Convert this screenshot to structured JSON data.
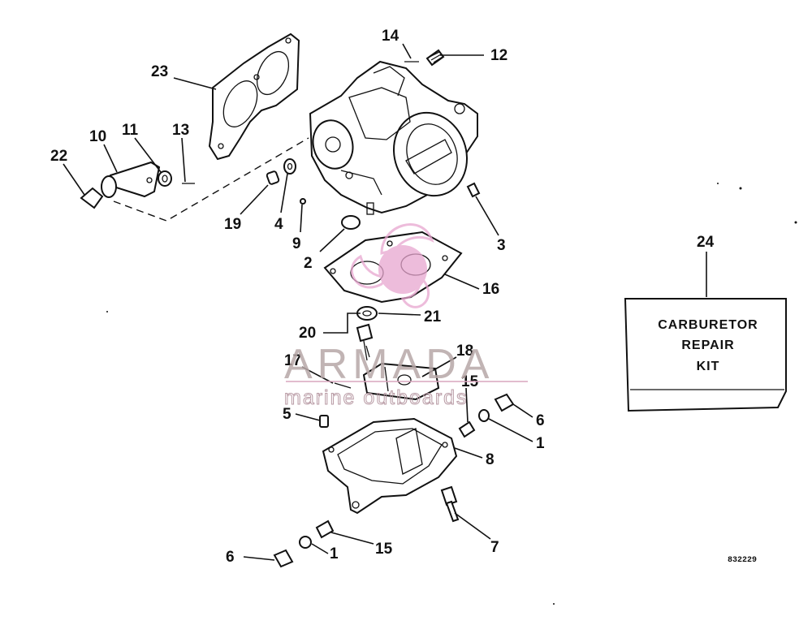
{
  "diagram": {
    "callouts": [
      {
        "id": "c1a",
        "text": "1"
      },
      {
        "id": "c1b",
        "text": "1"
      },
      {
        "id": "c2",
        "text": "2"
      },
      {
        "id": "c3",
        "text": "3"
      },
      {
        "id": "c4",
        "text": "4"
      },
      {
        "id": "c5",
        "text": "5"
      },
      {
        "id": "c6a",
        "text": "6"
      },
      {
        "id": "c6b",
        "text": "6"
      },
      {
        "id": "c7",
        "text": "7"
      },
      {
        "id": "c8",
        "text": "8"
      },
      {
        "id": "c9",
        "text": "9"
      },
      {
        "id": "c10",
        "text": "10"
      },
      {
        "id": "c11",
        "text": "11"
      },
      {
        "id": "c12",
        "text": "12"
      },
      {
        "id": "c13",
        "text": "13"
      },
      {
        "id": "c14",
        "text": "14"
      },
      {
        "id": "c15a",
        "text": "15"
      },
      {
        "id": "c15b",
        "text": "15"
      },
      {
        "id": "c16",
        "text": "16"
      },
      {
        "id": "c17",
        "text": "17"
      },
      {
        "id": "c18",
        "text": "18"
      },
      {
        "id": "c19",
        "text": "19"
      },
      {
        "id": "c20",
        "text": "20"
      },
      {
        "id": "c21",
        "text": "21"
      },
      {
        "id": "c22",
        "text": "22"
      },
      {
        "id": "c23",
        "text": "23"
      },
      {
        "id": "c24",
        "text": "24"
      }
    ],
    "kit_box": {
      "line1": "CARBURETOR",
      "line2": "REPAIR",
      "line3": "KIT"
    },
    "figure_code": "832229"
  },
  "watermark": {
    "title": "ARMADA",
    "subtitle": "marine outboards",
    "logo_color": "#e8a6cf",
    "text_color": "#b7a7a7"
  }
}
